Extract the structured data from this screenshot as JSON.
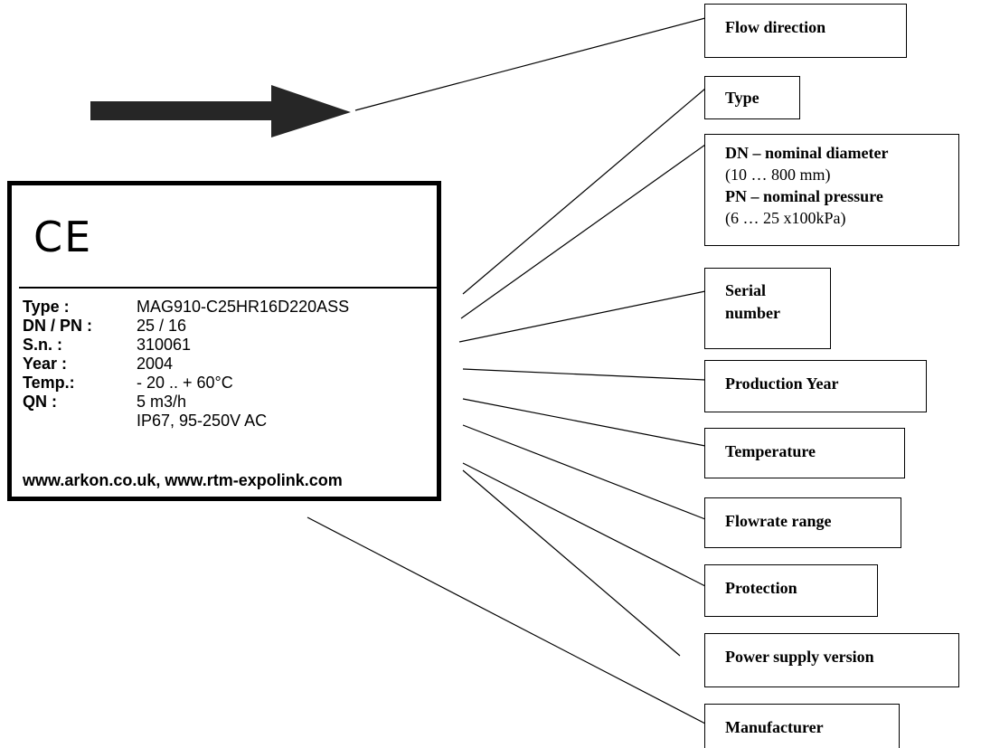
{
  "plate": {
    "ce_mark": "CE",
    "rows": [
      {
        "label": "Type :",
        "value": "MAG910-C25HR16D220ASS"
      },
      {
        "label": "DN / PN :",
        "value": "25 / 16"
      },
      {
        "label": "S.n. :",
        "value": "310061"
      },
      {
        "label": "Year :",
        "value": "2004"
      },
      {
        "label": "Temp.:",
        "value": "- 20 .. + 60°C"
      },
      {
        "label": "QN :",
        "value": "5 m3/h"
      },
      {
        "label": "",
        "value": "IP67, 95-250V  AC"
      }
    ],
    "website": "www.arkon.co.uk, www.rtm-expolink.com"
  },
  "callouts": {
    "flow_direction": "Flow direction",
    "type": "Type",
    "dn_title": "DN – nominal diameter",
    "dn_range": "(10 … 800 mm)",
    "pn_title": "PN – nominal pressure",
    "pn_range": "(6 … 25   x100kPa)",
    "serial_line1": "Serial",
    "serial_line2": "number",
    "production_year": "Production Year",
    "temperature": "Temperature",
    "flowrate_range": "Flowrate range",
    "protection": "Protection",
    "power_supply": "Power supply version",
    "manufacturer": "Manufacturer"
  },
  "colors": {
    "ink": "#000000",
    "background": "#ffffff"
  },
  "icons": {
    "flow_arrow": "right-arrow-icon"
  }
}
